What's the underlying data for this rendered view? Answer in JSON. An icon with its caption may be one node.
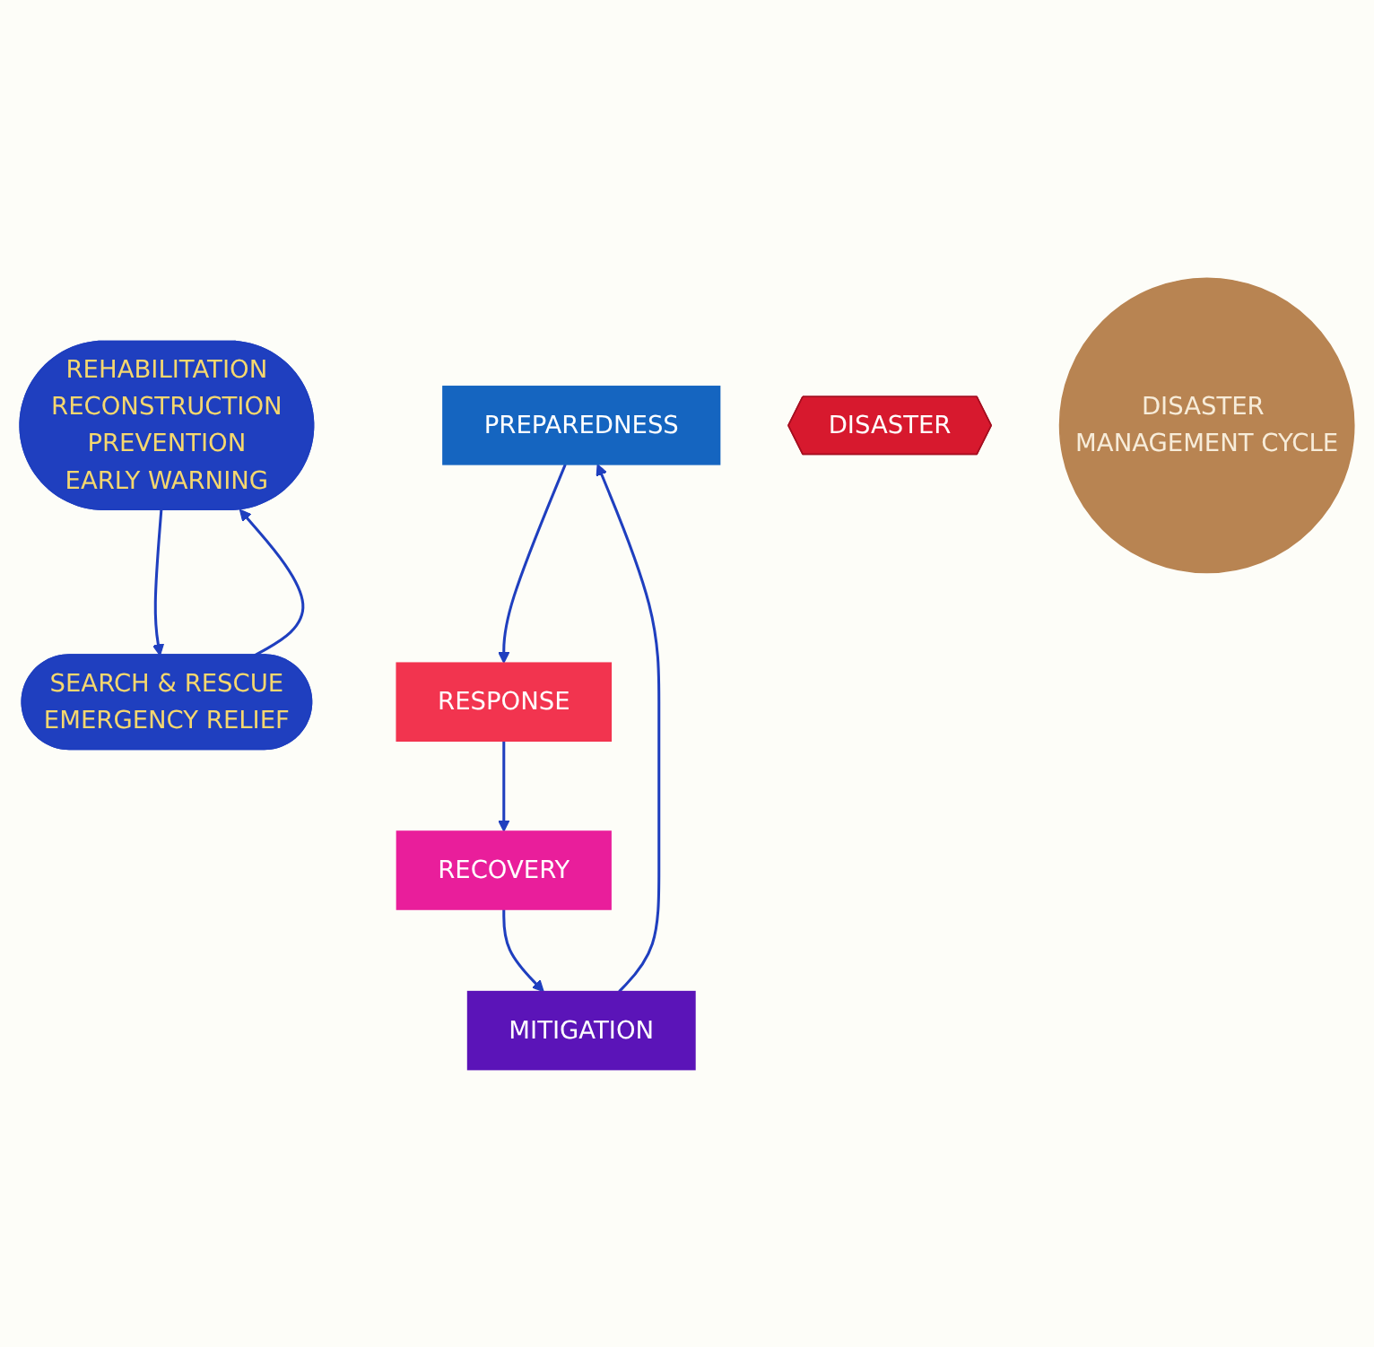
{
  "diagram": {
    "nodes": [
      {
        "text": [
          "REHABILITATION",
          "RECONSTRUCTION",
          "PREVENTION",
          "EARLY WARNING"
        ]
      },
      {
        "text": [
          "SEARCH & RESCUE",
          "EMERGENCY RELIEF"
        ]
      },
      {
        "text": [
          "PREPAREDNESS"
        ]
      },
      {
        "text": [
          "DISASTER"
        ]
      },
      {
        "text": [
          "RESPONSE"
        ]
      },
      {
        "text": [
          "RECOVERY"
        ]
      },
      {
        "text": [
          "MITIGATION"
        ]
      },
      {
        "text": [
          "DISASTER MANAGEMENT CYCLE"
        ]
      }
    ],
    "edges": [
      {
        "from": 0,
        "to": 1,
        "arrow": "to"
      },
      {
        "from": 1,
        "to": 0,
        "arrow": "to"
      },
      {
        "from": 2,
        "to": 4,
        "arrow": "to"
      },
      {
        "from": 4,
        "to": 5,
        "arrow": "to"
      },
      {
        "from": 5,
        "to": 6,
        "arrow": "to"
      },
      {
        "from": 6,
        "to": 2,
        "arrow": "to"
      }
    ]
  }
}
